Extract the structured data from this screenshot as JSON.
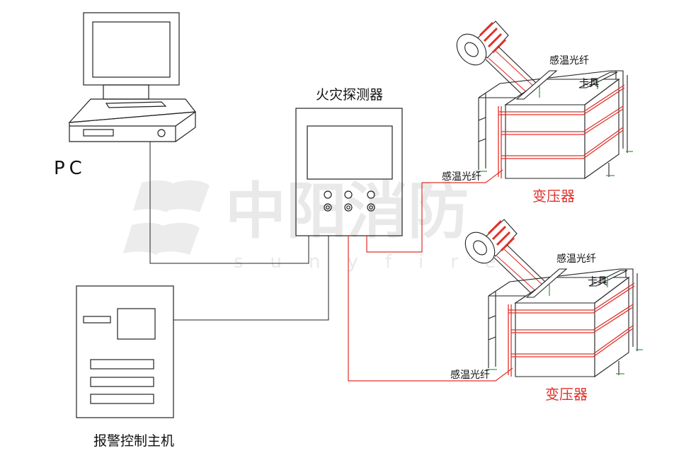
{
  "labels": {
    "pc": "PC",
    "detector": "火灾探测器",
    "alarm_host": "报警控制主机",
    "fiber_1": "感温光纤",
    "clamp_1": "卡具",
    "fiber_side_1": "感温光纤",
    "transformer_1": "变压器",
    "fiber_2": "感温光纤",
    "clamp_2": "卡具",
    "fiber_side_2": "感温光纤",
    "transformer_2": "变压器"
  },
  "watermark": {
    "name": "中阳消防",
    "subtitle": "sunyfire"
  },
  "colors": {
    "line": "#222222",
    "fiber": "#e0302a",
    "ground": "#2a9d3a",
    "watermark": "#e9e9e9"
  }
}
